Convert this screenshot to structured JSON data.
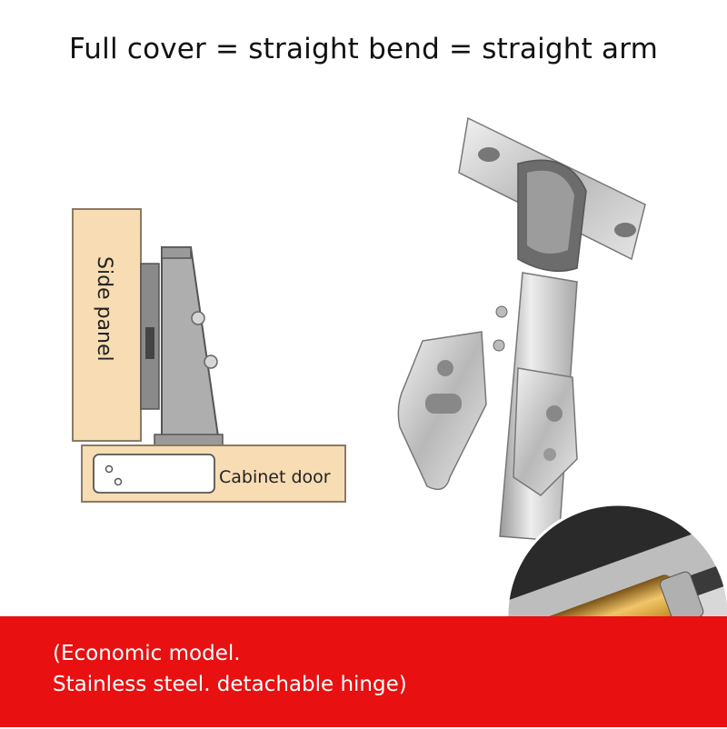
{
  "headline": "Full cover = straight bend = straight arm",
  "diagram": {
    "side_panel_label": "Side panel",
    "cabinet_door_label": "Cabinet door"
  },
  "caption": {
    "line1": "(Economic model.",
    "line2": "Stainless steel. detachable hinge)"
  },
  "colors": {
    "banner_red": "#e81010",
    "wood": "#f7dcb4",
    "steel": "#c4c4c4",
    "brass": "#c9932e"
  },
  "images": {
    "hinge_photo": "stainless-steel-hinge",
    "damper_closeup": "hydraulic-damper-closeup"
  }
}
